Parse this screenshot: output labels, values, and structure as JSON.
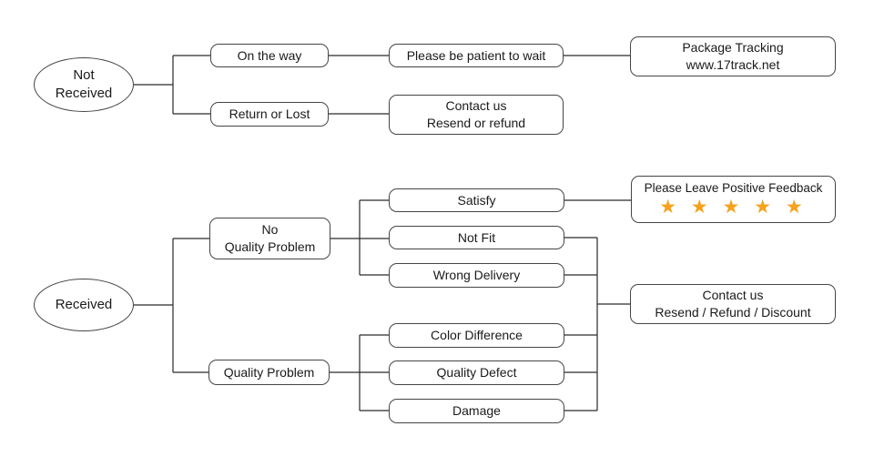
{
  "colors": {
    "star": "#F6A21D",
    "box_border": "#454545",
    "connector_line": "#2a2a2a",
    "background": "#ffffff",
    "text": "#1a1a1a"
  },
  "nodes": {
    "not_received": {
      "line1": "Not",
      "line2": "Received"
    },
    "on_the_way": {
      "label": "On the way"
    },
    "please_be_patient": {
      "label": "Please be patient to wait"
    },
    "package_tracking": {
      "line1": "Package Tracking",
      "line2": "www.17track.net"
    },
    "return_or_lost": {
      "label": "Return or Lost"
    },
    "contact_resend_refund": {
      "line1": "Contact us",
      "line2": "Resend or refund"
    },
    "received": {
      "label": "Received"
    },
    "no_quality_problem": {
      "line1": "No",
      "line2": "Quality Problem"
    },
    "quality_problem": {
      "label": "Quality Problem"
    },
    "satisfy": {
      "label": "Satisfy"
    },
    "not_fit": {
      "label": "Not Fit"
    },
    "wrong_delivery": {
      "label": "Wrong Delivery"
    },
    "positive_feedback": {
      "title": "Please Leave Positive Feedback",
      "stars": "★ ★ ★ ★ ★",
      "star_count": 5
    },
    "contact_resend_refund_discount": {
      "line1": "Contact us",
      "line2": "Resend / Refund / Discount"
    },
    "color_difference": {
      "label": "Color Difference"
    },
    "quality_defect": {
      "label": "Quality Defect"
    },
    "damage": {
      "label": "Damage"
    }
  }
}
